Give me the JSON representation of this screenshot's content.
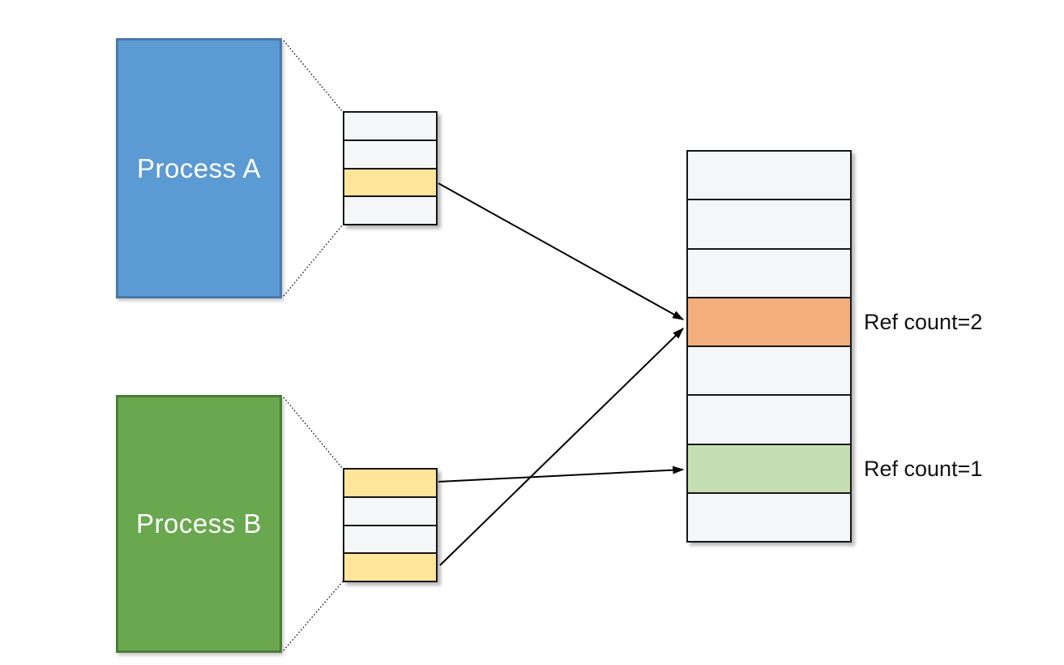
{
  "colors": {
    "background": "#ffffff",
    "process_a_fill": "#5b9ad2",
    "process_a_border": "#4a78a8",
    "process_b_fill": "#6aa84f",
    "process_b_border": "#4c7c33",
    "process_label_text": "#ffffff",
    "cell_free": "#f5f6f8",
    "cell_border": "#161616",
    "page_entry_highlight": "#ffe599",
    "memory_shared": "#f2ae7c",
    "memory_private": "#c5deb2",
    "connector": "#000000",
    "annotation_text": "#111111"
  },
  "processes": {
    "a": {
      "label": "Process A"
    },
    "b": {
      "label": "Process B"
    }
  },
  "page_tables": {
    "a": {
      "rows": [
        "free",
        "free",
        "highlight",
        "free"
      ]
    },
    "b": {
      "rows": [
        "highlight",
        "free",
        "free",
        "highlight"
      ]
    }
  },
  "physical_memory": {
    "rows": [
      "free",
      "free",
      "free",
      "shared",
      "free",
      "free",
      "private",
      "free"
    ],
    "shared_row_index": 4,
    "private_row_index": 7
  },
  "annotations": {
    "ref_count_shared": "Ref count=2",
    "ref_count_private": "Ref count=1"
  }
}
